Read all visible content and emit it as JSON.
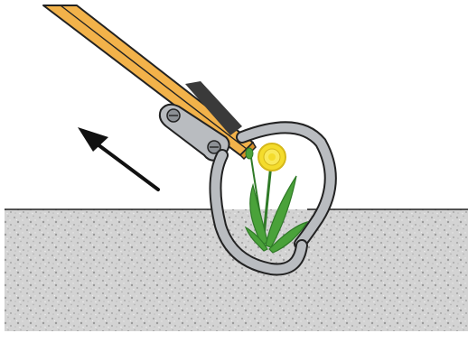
{
  "illustration": {
    "subject": "weeding-hoe",
    "elements": [
      "handle",
      "metal-bracket",
      "loop-blade",
      "dandelion",
      "soil",
      "pull-arrow"
    ]
  },
  "colors": {
    "background": "#ffffff",
    "handle": "#f2b24a",
    "handle_shade": "#d8902a",
    "outline": "#222222",
    "metal": "#b9bcc0",
    "metal_dark": "#8c9095",
    "soil": "#d3d3d3",
    "soil_speckle": "#a8a8a8",
    "leaf": "#4aa23a",
    "leaf_dark": "#2f7a27",
    "flower": "#f4dc2c",
    "flower_dark": "#d6b81a",
    "arrow": "#111111"
  },
  "icons": {
    "arrow": "arrow-up-left-icon",
    "screw_top": "screw-icon",
    "screw_bottom": "screw-icon"
  }
}
